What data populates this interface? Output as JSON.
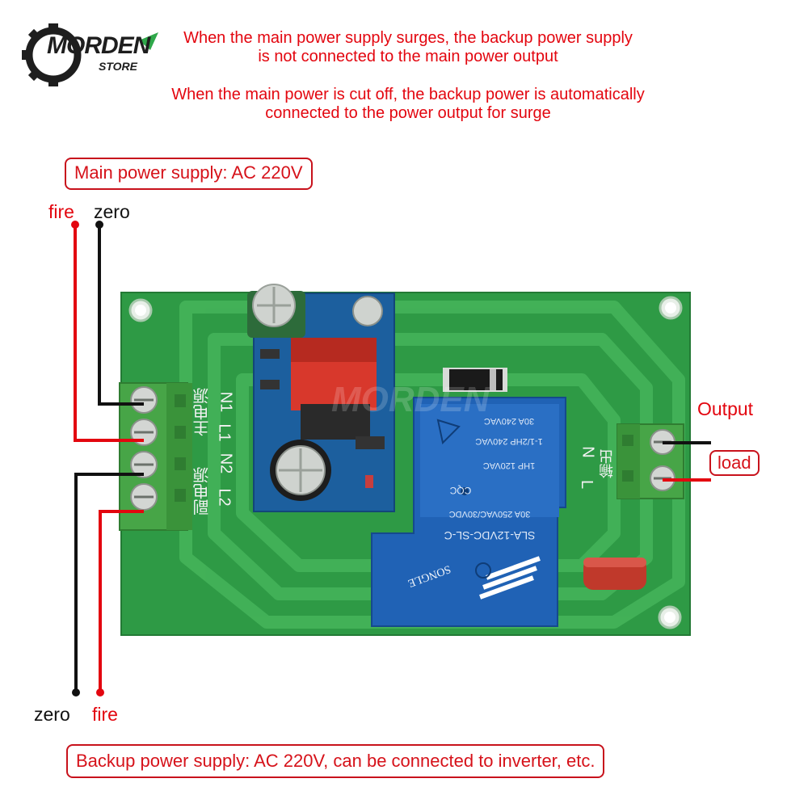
{
  "logo": {
    "brand": "MORDEN",
    "sub": "STORE"
  },
  "notes": {
    "line1": "When the main power supply surges, the backup power supply",
    "line2": "is not connected to the main power output",
    "line3": "When the main power is cut off, the backup power is automatically",
    "line4": "connected to the power output for surge"
  },
  "labels": {
    "main_supply": "Main power supply: AC 220V",
    "main_fire": "fire",
    "main_zero": "zero",
    "backup_zero": "zero",
    "backup_fire": "fire",
    "backup_supply": "Backup power supply: AC 220V, can be connected to inverter, etc.",
    "output": "Output",
    "load": "load"
  },
  "board": {
    "terminal_left_labels": [
      "N1",
      "L1",
      "N2",
      "L2"
    ],
    "terminal_left_cn_1": "主电源",
    "terminal_left_cn_2": "副电源",
    "terminal_right_labels": [
      "N",
      "L"
    ],
    "terminal_right_cn": "输出",
    "relay_model": "SLA-12VDC-SL-C",
    "relay_brand": "SONGLE",
    "relay_spec_1": "30A 250VAC/30VDC",
    "relay_spec_2": "1HP 120VAC",
    "relay_spec_3": "1-1/2HP 240VAC",
    "relay_spec_4": "30A 240VAC",
    "relay_cert": "CQC",
    "watermark": "MORDEN"
  },
  "colors": {
    "accent_red": "#e3060f",
    "board_green": "#2e9a45",
    "relay_blue": "#1e5fae",
    "wire_black": "#111111"
  }
}
